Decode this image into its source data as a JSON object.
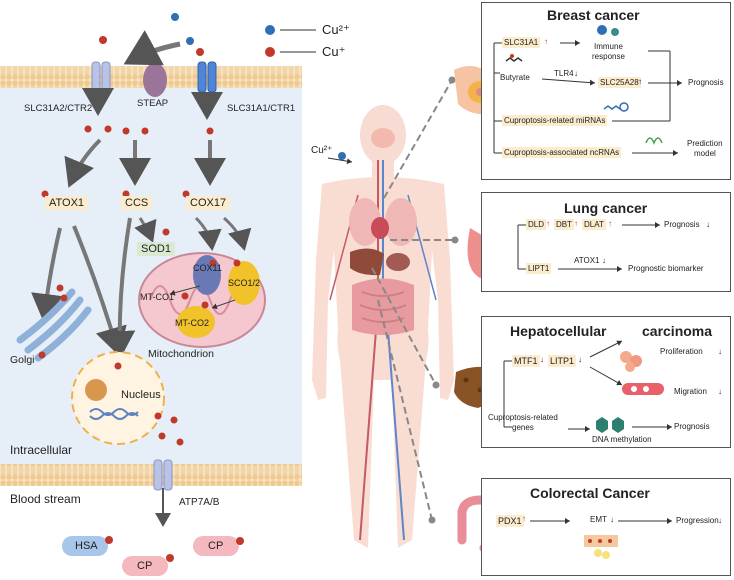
{
  "legend": {
    "cu2": "Cu²⁺",
    "cu1": "Cu⁺"
  },
  "cell": {
    "ctr2": "SLC31A2/CTR2",
    "steap": "STEAP",
    "ctr1": "SLC31A1/CTR1",
    "atox1": "ATOX1",
    "ccs": "CCS",
    "cox17": "COX17",
    "sod1": "SOD1",
    "cox11": "COX11",
    "sco": "SCO1/2",
    "mtco1": "MT-CO1",
    "mtco2": "MT-CO2",
    "mito": "Mitochondrion",
    "golgi": "Golgi",
    "nucleus": "Nucleus",
    "intracellular": "Intracellular",
    "bloodstream": "Blood stream",
    "atp7": "ATP7A/B",
    "hsa": "HSA",
    "cp1": "CP",
    "cp2": "CP"
  },
  "body": {
    "cu2": "Cu²⁺"
  },
  "breast": {
    "title": "Breast cancer",
    "slc31a1": "SLC31A1",
    "immune1": "Immune",
    "immune2": "response",
    "butyrate": "Butyrate",
    "tlr4": "TLR4",
    "slc25a28": "SLC25A28",
    "prognosis": "Prognosis",
    "mirna": "Cuproptosis-related  miRNAs",
    "ncrna": "Cuproptosis-associated ncRNAs",
    "prediction1": "Prediction",
    "prediction2": "model"
  },
  "lung": {
    "title": "Lung cancer",
    "dld": "DLD",
    "dbt": "DBT",
    "dlat": "DLAT",
    "prognosis": "Prognosis",
    "lipt1": "LIPT1",
    "atox1": "ATOX1",
    "biomarker": "Prognostic biomarker"
  },
  "hcc": {
    "title1": "Hepatocellular",
    "title2": "carcinoma",
    "mtf1": "MTF1",
    "litp1": "LITP1",
    "proliferation": "Proliferation",
    "migration": "Migration",
    "genes1": "Cuproptosis-related",
    "genes2": "genes",
    "dnameth": "DNA  methylation",
    "prognosis": "Prognosis"
  },
  "crc": {
    "title": "Colorectal Cancer",
    "pdx1": "PDX1",
    "emt": "EMT",
    "progression": "Progression"
  },
  "colors": {
    "cu2": "#2f6fb5",
    "cu1": "#c0392b",
    "membrane": "#f3d6a8",
    "cytoplasm": "#e4eef8",
    "pill": "#fbeccd",
    "arrow": "#666666"
  }
}
